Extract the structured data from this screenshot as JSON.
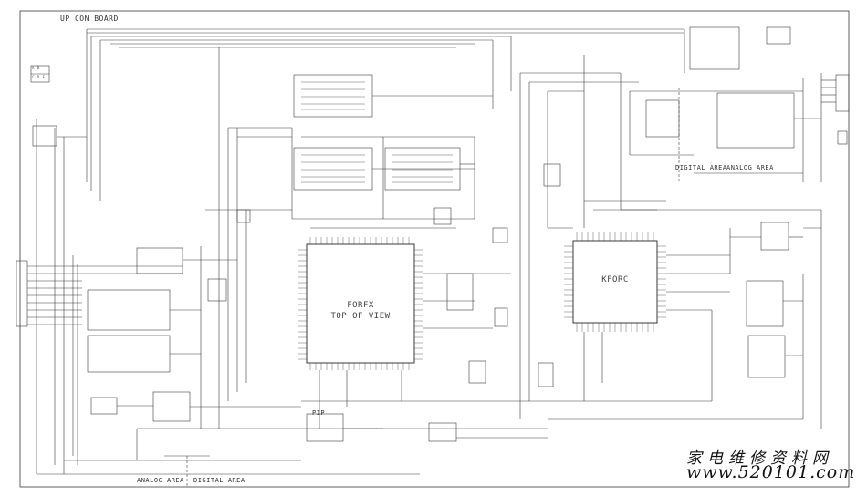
{
  "board": {
    "title": "UP CON BOARD"
  },
  "chips": [
    {
      "id": "main-cpu",
      "name": "FORFX",
      "subtitle": "TOP OF VIEW"
    },
    {
      "id": "decoder",
      "name": "KFORC"
    }
  ],
  "areas": {
    "upper_right_digital": "DIGITAL AREA",
    "upper_right_analog": "ANALOG AREA",
    "bottom_analog": "ANALOG AREA",
    "bottom_digital": "DIGITAL AREA"
  },
  "small_labels": {
    "pip": "PIP",
    "legend_row1": "A  B",
    "legend_row2": "C  D  E"
  },
  "watermark": {
    "chinese": "家电维修资料网",
    "url": "www.520101.com"
  },
  "colors": {
    "ink": "#333333",
    "paper": "#ffffff"
  }
}
